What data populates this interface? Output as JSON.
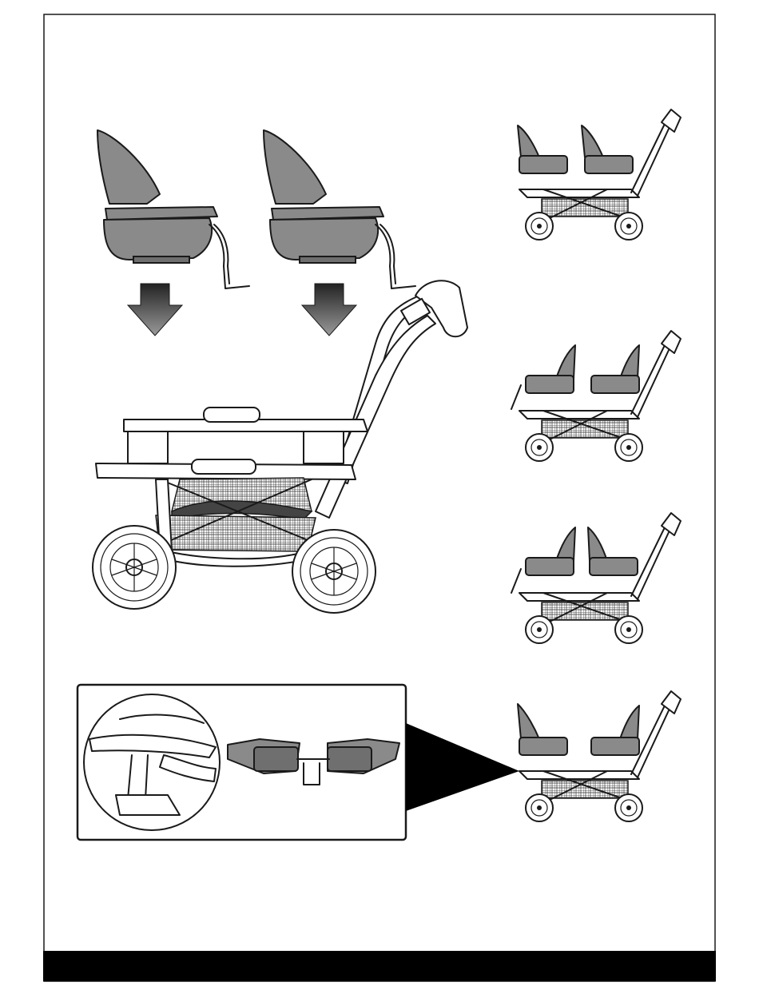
{
  "page": {
    "title": "",
    "text": []
  },
  "colors": {
    "seat_fill": "#8a8a8a",
    "arrow_fill": "#6a6a6a",
    "footer_band": "#000000",
    "border": "#1a1a1a"
  },
  "illustrations": {
    "main": "stroller-frame-seat-attach",
    "configs": [
      "config-seats-facing-forward",
      "config-seats-facing-parent",
      "config-seats-facing-each-other",
      "config-seats-facing-outward"
    ],
    "inset": "seat-tray-adjustment"
  }
}
